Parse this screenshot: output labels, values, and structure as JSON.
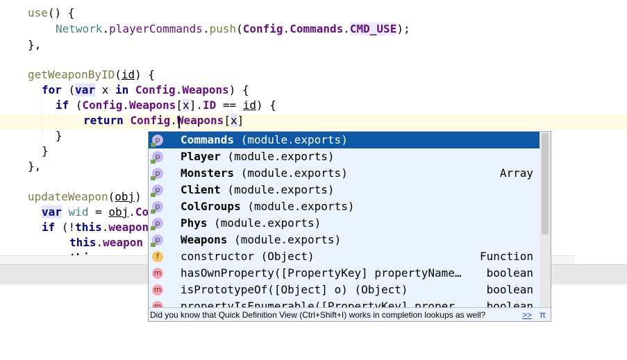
{
  "editor": {
    "lines": [
      {
        "segments": [
          {
            "t": "use",
            "c": "fn"
          },
          {
            "t": "() {",
            "c": "pl"
          }
        ]
      },
      {
        "segments": [
          {
            "t": "Network",
            "c": "gv"
          },
          {
            "t": ".",
            "c": "pl"
          },
          {
            "t": "playerCommands",
            "c": "prop2"
          },
          {
            "t": ".",
            "c": "pl"
          },
          {
            "t": "push",
            "c": "fn"
          },
          {
            "t": "(",
            "c": "pl"
          },
          {
            "t": "Config",
            "c": "prop"
          },
          {
            "t": ".",
            "c": "pl"
          },
          {
            "t": "Commands",
            "c": "prop"
          },
          {
            "t": ".",
            "c": "pl"
          },
          {
            "t": "CMD_USE",
            "c": "prop hl"
          },
          {
            "t": ");",
            "c": "pl"
          }
        ]
      },
      {
        "segments": [
          {
            "t": "},",
            "c": "pl"
          }
        ]
      },
      {
        "segments": []
      },
      {
        "segments": [
          {
            "t": "getWeaponByID",
            "c": "fn"
          },
          {
            "t": "(",
            "c": "pl"
          },
          {
            "t": "id",
            "c": "pl underline"
          },
          {
            "t": ") {",
            "c": "pl"
          }
        ]
      },
      {
        "segments": [
          {
            "t": "for",
            "c": "kw"
          },
          {
            "t": " (",
            "c": "pl"
          },
          {
            "t": "var",
            "c": "kw hl2"
          },
          {
            "t": " x ",
            "c": "pl"
          },
          {
            "t": "in",
            "c": "kw"
          },
          {
            "t": " ",
            "c": "pl"
          },
          {
            "t": "Config",
            "c": "prop"
          },
          {
            "t": ".",
            "c": "pl"
          },
          {
            "t": "Weapons",
            "c": "prop"
          },
          {
            "t": ") {",
            "c": "pl"
          }
        ]
      },
      {
        "segments": [
          {
            "t": "if",
            "c": "kw"
          },
          {
            "t": " (",
            "c": "pl"
          },
          {
            "t": "Config",
            "c": "prop"
          },
          {
            "t": ".",
            "c": "pl"
          },
          {
            "t": "Weapons",
            "c": "prop"
          },
          {
            "t": "[",
            "c": "pl"
          },
          {
            "t": "x",
            "c": "pl hl2"
          },
          {
            "t": "].",
            "c": "pl"
          },
          {
            "t": "ID",
            "c": "prop"
          },
          {
            "t": " == ",
            "c": "pl"
          },
          {
            "t": "id",
            "c": "pl underline"
          },
          {
            "t": ") {",
            "c": "pl"
          }
        ]
      },
      {
        "segments": [
          {
            "t": "return",
            "c": "kw"
          },
          {
            "t": " ",
            "c": "pl"
          },
          {
            "t": "Config",
            "c": "prop"
          },
          {
            "t": ".",
            "c": "pl"
          },
          {
            "t": "Weapons",
            "c": "prop"
          },
          {
            "t": "[",
            "c": "pl"
          },
          {
            "t": "x",
            "c": "pl hl2"
          },
          {
            "t": "]",
            "c": "pl"
          }
        ]
      },
      {
        "segments": [
          {
            "t": "}",
            "c": "pl"
          }
        ]
      },
      {
        "segments": [
          {
            "t": "}",
            "c": "pl"
          }
        ]
      },
      {
        "segments": [
          {
            "t": "},",
            "c": "pl"
          }
        ]
      },
      {
        "segments": []
      },
      {
        "segments": [
          {
            "t": "updateWeapon",
            "c": "fn"
          },
          {
            "t": "(",
            "c": "pl"
          },
          {
            "t": "obj",
            "c": "pl underline"
          },
          {
            "t": ")",
            "c": "pl"
          }
        ]
      },
      {
        "segments": [
          {
            "t": "var",
            "c": "kw hl2"
          },
          {
            "t": " ",
            "c": "pl"
          },
          {
            "t": "wid",
            "c": "gv"
          },
          {
            "t": " = ",
            "c": "pl"
          },
          {
            "t": "obj",
            "c": "pl underline"
          },
          {
            "t": ".",
            "c": "pl"
          },
          {
            "t": "Co",
            "c": "prop"
          }
        ]
      },
      {
        "segments": [
          {
            "t": "if",
            "c": "kw"
          },
          {
            "t": " (!",
            "c": "pl"
          },
          {
            "t": "this",
            "c": "kw"
          },
          {
            "t": ".",
            "c": "pl"
          },
          {
            "t": "weapon",
            "c": "prop"
          }
        ]
      },
      {
        "segments": [
          {
            "t": "this",
            "c": "kw"
          },
          {
            "t": ".",
            "c": "pl"
          },
          {
            "t": "weapon",
            "c": "prop"
          }
        ]
      },
      {
        "segments": [
          {
            "t": "this",
            "c": "kw"
          },
          {
            "t": ".",
            "c": "pl"
          },
          {
            "t": "weapon",
            "c": "prop"
          }
        ]
      }
    ]
  },
  "completion": {
    "items": [
      {
        "icon": "p",
        "name": "Commands",
        "detail": " (module.exports)",
        "type": "",
        "selected": true
      },
      {
        "icon": "p",
        "name": "Player",
        "detail": " (module.exports)",
        "type": ""
      },
      {
        "icon": "p",
        "name": "Monsters",
        "detail": " (module.exports)",
        "type": "Array"
      },
      {
        "icon": "p",
        "name": "Client",
        "detail": " (module.exports)",
        "type": ""
      },
      {
        "icon": "p",
        "name": "ColGroups",
        "detail": " (module.exports)",
        "type": ""
      },
      {
        "icon": "p",
        "name": "Phys",
        "detail": " (module.exports)",
        "type": ""
      },
      {
        "icon": "p",
        "name": "Weapons",
        "detail": " (module.exports)",
        "type": ""
      },
      {
        "icon": "f",
        "name": "constructor",
        "detail": " (Object)",
        "type": "Function",
        "plain": true
      },
      {
        "icon": "m",
        "name": "hasOwnProperty",
        "detail": "([PropertyKey] propertyName…",
        "type": "boolean",
        "plain": true
      },
      {
        "icon": "m",
        "name": "isPrototypeOf",
        "detail": "([Object] o) (Object)",
        "type": "boolean",
        "plain": true
      },
      {
        "icon": "m",
        "name": "propertyIsEnumerable",
        "detail": "([PropertyKey] proper…",
        "type": "boolean",
        "plain": true
      }
    ],
    "tip": "Did you know that Quick Definition View (Ctrl+Shift+I) works in completion lookups as well?",
    "more_link": ">>",
    "pi_symbol": "π"
  }
}
